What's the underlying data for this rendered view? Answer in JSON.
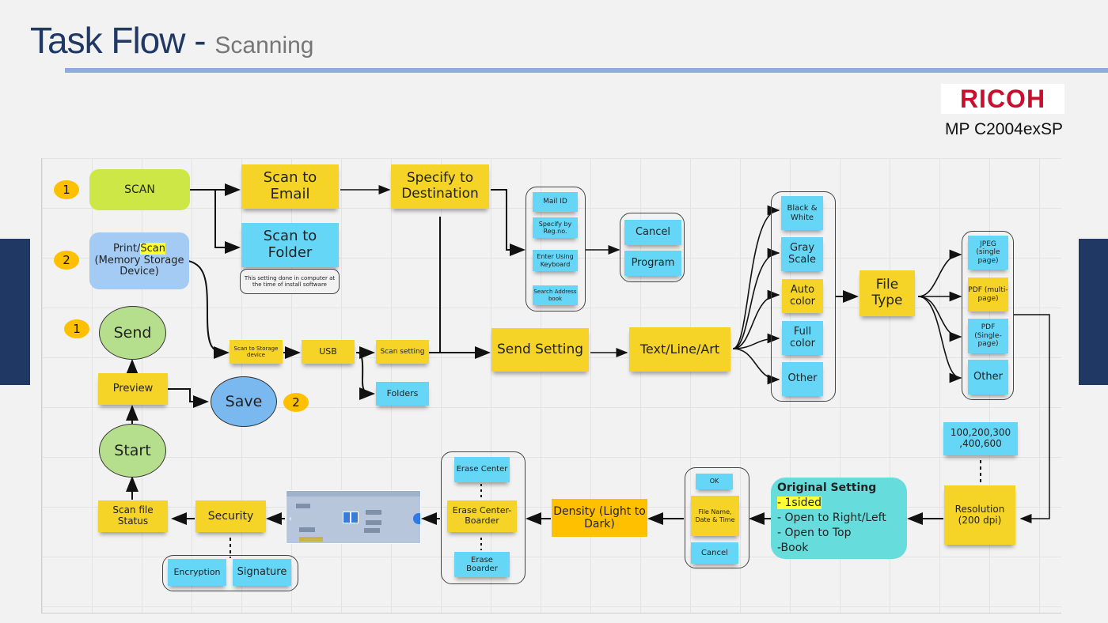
{
  "header": {
    "title": "Task Flow - ",
    "subtitle": "Scanning",
    "brand_logo": "RICOH",
    "model": "MP C2004exSP"
  },
  "colors": {
    "title": "#1f3864",
    "accent_rule": "#8faadc",
    "brand_red": "#c8102e",
    "sticky_yellow": "#f5d327",
    "sticky_orange": "#ffc000",
    "sticky_blue": "#66d6f6",
    "scan_green": "#cde846",
    "memory_blue": "#a4cbf4",
    "ellipse_green": "#b5df8d",
    "ellipse_blue": "#79b9ef",
    "original_setting_teal": "#67dcdc",
    "side_bar_navy": "#203864"
  },
  "badges": {
    "b1": "1",
    "b2": "2",
    "b3": "1",
    "b4": "2"
  },
  "entry": {
    "scan": "SCAN",
    "print_scan_prefix": "Print/",
    "print_scan_highlight": "Scan",
    "print_scan_rest": "(Memory Storage Device)"
  },
  "top_flow": {
    "scan_to_email": "Scan to Email",
    "scan_to_folder": "Scan to Folder",
    "folder_note": "This setting done in computer at the time of install software",
    "specify_destination": "Specify to Destination",
    "destination_options": [
      "Mail ID",
      "Specify by Reg.no.",
      "Enter Using Keyboard",
      "Search Address book"
    ],
    "actions": [
      "Cancel",
      "Program"
    ]
  },
  "memory_flow": {
    "scan_to_storage": "Scan to Storage device",
    "usb": "USB",
    "scan_setting": "Scan setting",
    "folders": "Folders"
  },
  "mid_flow": {
    "send_setting": "Send Setting",
    "text_line_art": "Text/Line/Art",
    "color_options": [
      "Black & White",
      "Gray Scale",
      "Auto color",
      "Full color",
      "Other"
    ],
    "file_type": "File Type",
    "file_type_options": [
      "JPEG (single page)",
      "PDF (multi-page)",
      "PDF (Single-page)",
      "Other"
    ]
  },
  "bottom_flow": {
    "resolution_values": "100,200,300 ,400,600",
    "resolution": "Resolution (200 dpi)",
    "original_setting_title": "Original Setting",
    "original_setting_items": [
      "- 1sided",
      "- Open to Right/Left",
      "- Open to Top",
      "-Book"
    ],
    "file_name_group": [
      "OK",
      "File Name, Date & Time",
      "Cancel"
    ],
    "density": "Density (Light to Dark)",
    "erase_options": [
      "Erase Center",
      "Erase Center-Boarder",
      "Erase Boarder"
    ],
    "security": "Security",
    "security_options": [
      "Encryption",
      "Signature"
    ],
    "scan_file_status": "Scan file Status"
  },
  "left_flow": {
    "start": "Start",
    "preview": "Preview",
    "send": "Send",
    "save": "Save"
  }
}
